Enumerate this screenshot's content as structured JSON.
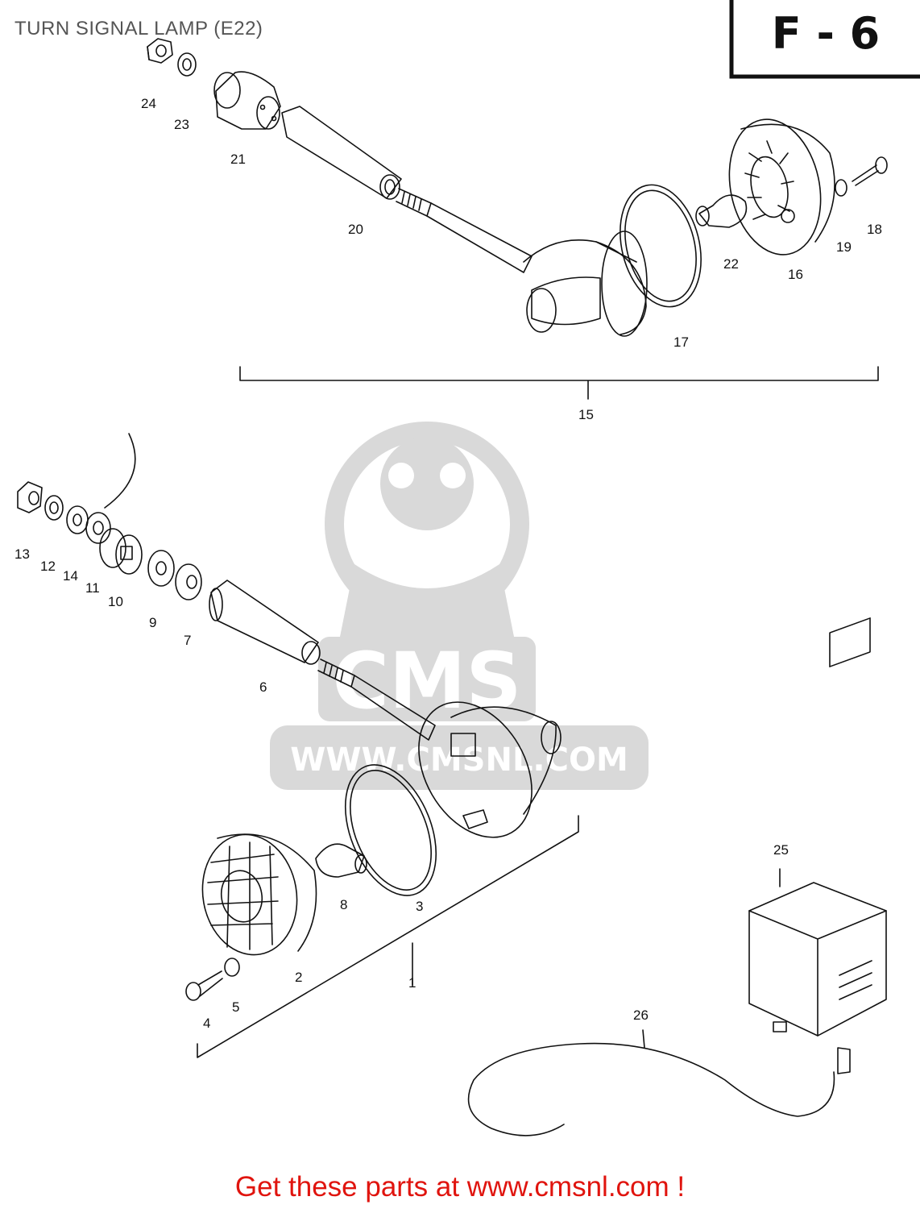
{
  "diagram": {
    "title": "TURN SIGNAL LAMP (E22)",
    "section_code": "F - 6"
  },
  "watermark": {
    "brand": "CMS",
    "url": "WWW.CMSNL.COM"
  },
  "parts": [
    {
      "id": "1",
      "label": "1"
    },
    {
      "id": "2",
      "label": "2"
    },
    {
      "id": "3",
      "label": "3"
    },
    {
      "id": "4",
      "label": "4"
    },
    {
      "id": "5",
      "label": "5"
    },
    {
      "id": "6",
      "label": "6"
    },
    {
      "id": "7",
      "label": "7"
    },
    {
      "id": "8",
      "label": "8"
    },
    {
      "id": "9",
      "label": "9"
    },
    {
      "id": "10",
      "label": "10"
    },
    {
      "id": "11",
      "label": "11"
    },
    {
      "id": "12",
      "label": "12"
    },
    {
      "id": "13",
      "label": "13"
    },
    {
      "id": "14",
      "label": "14"
    },
    {
      "id": "15",
      "label": "15"
    },
    {
      "id": "16",
      "label": "16"
    },
    {
      "id": "17",
      "label": "17"
    },
    {
      "id": "18",
      "label": "18"
    },
    {
      "id": "19",
      "label": "19"
    },
    {
      "id": "20",
      "label": "20"
    },
    {
      "id": "21",
      "label": "21"
    },
    {
      "id": "22",
      "label": "22"
    },
    {
      "id": "23",
      "label": "23"
    },
    {
      "id": "24",
      "label": "24"
    },
    {
      "id": "25",
      "label": "25"
    },
    {
      "id": "26",
      "label": "26"
    }
  ],
  "footer": {
    "text": "Get these parts at www.cmsnl.com !"
  },
  "colors": {
    "footer": "#e0140e",
    "line": "#111111",
    "watermark": "#d9d9d9"
  }
}
